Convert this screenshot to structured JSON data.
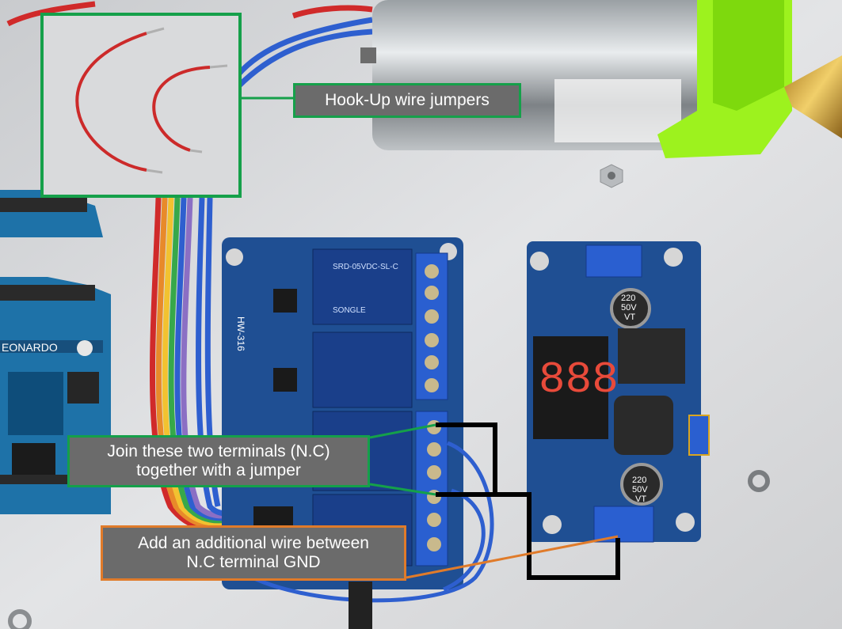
{
  "photo": {
    "background_color": "#d9dadc",
    "board_color": "#1f4f93",
    "wire_colors": [
      "#d02a2a",
      "#2e5fcf",
      "#8b6fc4",
      "#f2c230",
      "#e88a2a",
      "#37a84a"
    ]
  },
  "printed_marks": {
    "arduino_board": "EONARDO",
    "relay_board_model": "HW-316",
    "relay_label": "SRD-05VDC-SL-C",
    "relay_brand": "SONGLE",
    "capacitor_top": [
      "220",
      "50V",
      "VT"
    ],
    "capacitor_bottom": [
      "220",
      "50V",
      "VT"
    ]
  },
  "annotations": [
    {
      "id": "hookup-wire",
      "lines": [
        "Hook-Up wire jumpers"
      ],
      "border_color": "#15a04a"
    },
    {
      "id": "join-terminals",
      "lines": [
        "Join these two terminals (N.C)",
        "together with a jumper"
      ],
      "border_color": "#15a04a"
    },
    {
      "id": "additional-wire",
      "lines": [
        "Add an additional wire between",
        "N.C terminal GND"
      ],
      "border_color": "#e07b2a"
    }
  ]
}
